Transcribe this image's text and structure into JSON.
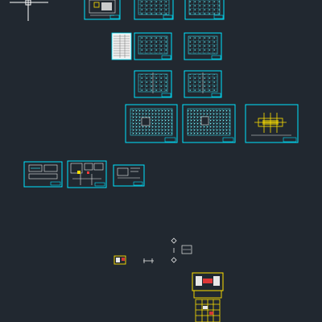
{
  "app": {
    "view": "cad-model-space",
    "background_color": "#212830"
  },
  "colors": {
    "sheet_border": "#00e5ff",
    "detail_line": "#35c8d8",
    "highlight": "#ffe000",
    "annotation": "#ff3a3a",
    "white_line": "#e8e8e8",
    "crosshair": "#ffffff"
  },
  "cursor": {
    "icon": "crosshair-icon"
  },
  "sheets": [
    {
      "name": "drawing-sheet-cover",
      "style": "cover"
    },
    {
      "name": "drawing-sheet-plan-r1c2",
      "style": "plan"
    },
    {
      "name": "drawing-sheet-plan-r1c3",
      "style": "plan"
    },
    {
      "name": "drawing-sheet-table",
      "style": "table"
    },
    {
      "name": "drawing-sheet-plan-r2c2",
      "style": "plan"
    },
    {
      "name": "drawing-sheet-plan-r2c3",
      "style": "plan"
    },
    {
      "name": "drawing-sheet-plan-r3c2",
      "style": "plan"
    },
    {
      "name": "drawing-sheet-plan-r3c3",
      "style": "plan"
    },
    {
      "name": "drawing-sheet-large-plan-1",
      "style": "plan-dense"
    },
    {
      "name": "drawing-sheet-large-plan-2",
      "style": "plan-dense"
    },
    {
      "name": "drawing-sheet-site-plan",
      "style": "site"
    },
    {
      "name": "drawing-sheet-detail-1",
      "style": "detail"
    },
    {
      "name": "drawing-sheet-detail-2",
      "style": "detail"
    },
    {
      "name": "drawing-sheet-detail-3",
      "style": "detail"
    },
    {
      "name": "stray-block-group",
      "style": "loose"
    },
    {
      "name": "yellow-building-block",
      "style": "loose"
    }
  ]
}
